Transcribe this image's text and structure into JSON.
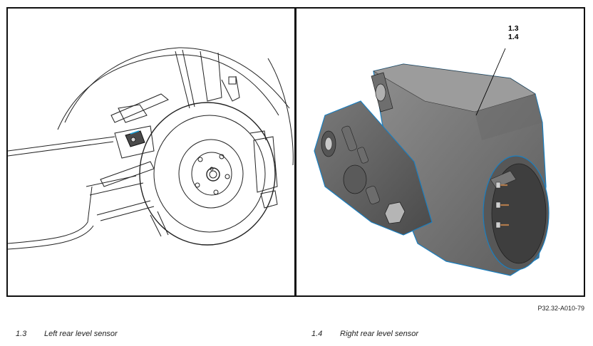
{
  "callout": {
    "line1": "1.3",
    "line2": "1.4"
  },
  "figure_code": "P32.32-A010-79",
  "legend": [
    {
      "num": "1.3",
      "text": "Left rear level sensor"
    },
    {
      "num": "1.4",
      "text": "Right rear level sensor"
    }
  ]
}
